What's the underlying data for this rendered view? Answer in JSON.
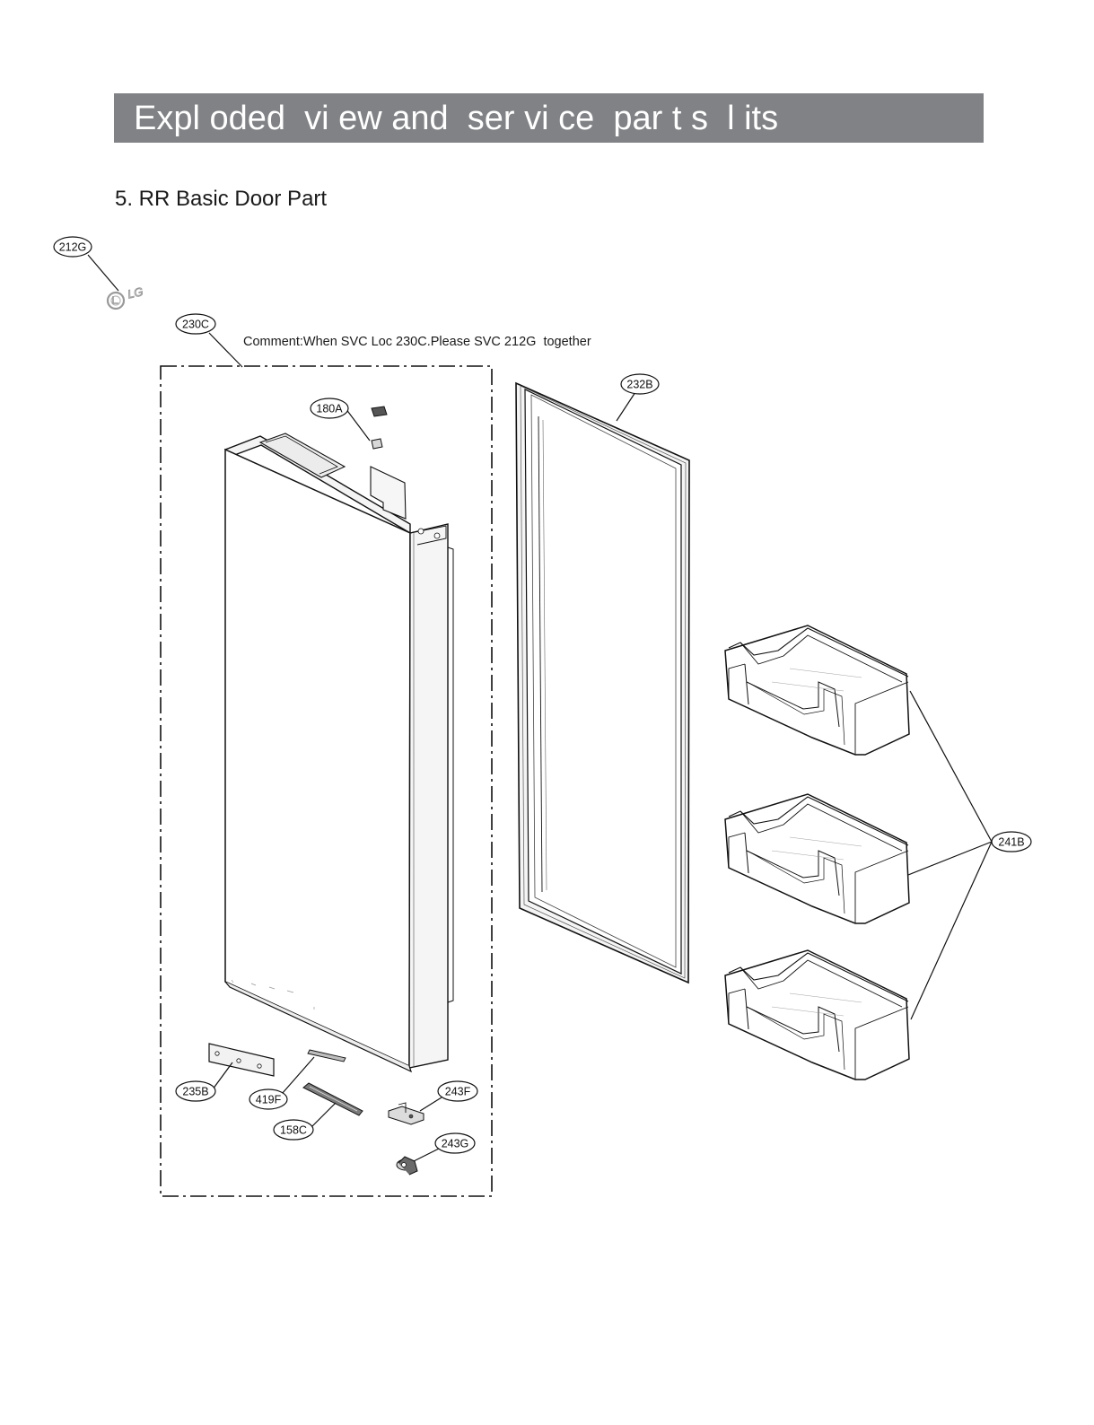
{
  "header": {
    "title": "Expl oded  vi ew and  ser vi ce  par t s  l its"
  },
  "section": {
    "title": "5. RR Basic Door Part"
  },
  "comment": {
    "text": "Comment:When SVC Loc 230C.Please SVC 212G  together"
  },
  "logo": {
    "text": "LG"
  },
  "callouts": {
    "c212G": "212G",
    "c230C": "230C",
    "c180A": "180A",
    "c232B": "232B",
    "c241B": "241B",
    "c235B": "235B",
    "c419F": "419F",
    "c243F": "243F",
    "c158C": "158C",
    "c243G": "243G"
  },
  "colors": {
    "header_bg": "#808285",
    "header_text": "#ffffff",
    "line": "#111111"
  }
}
